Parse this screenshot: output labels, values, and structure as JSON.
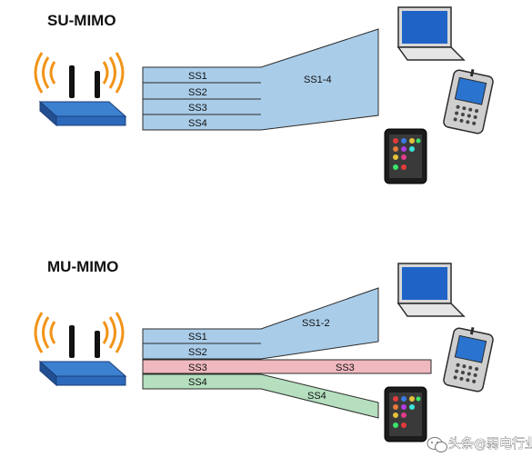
{
  "colors": {
    "stream_blue": "#a9cce8",
    "stream_pink": "#f0b8bf",
    "stream_green": "#b5dfbe",
    "router_blue": "#2c69ba",
    "signal_orange": "#f29418",
    "laptop_screen": "#1f63c6",
    "outline": "#2b2b2b"
  },
  "icons": [
    "wifi-router-icon",
    "laptop-icon",
    "pda-phone-icon",
    "smartphone-icon",
    "wechat-icon"
  ],
  "su_mimo": {
    "title": "SU-MIMO",
    "streams": [
      "SS1",
      "SS2",
      "SS3",
      "SS4"
    ],
    "merged_label": "SS1-4"
  },
  "mu_mimo": {
    "title": "MU-MIMO",
    "streams": [
      "SS1",
      "SS2",
      "SS3",
      "SS4"
    ],
    "branch_labels": {
      "laptop": "SS1-2",
      "pda": "SS3",
      "phone": "SS4"
    }
  },
  "watermark": "头条@弱电行业网"
}
